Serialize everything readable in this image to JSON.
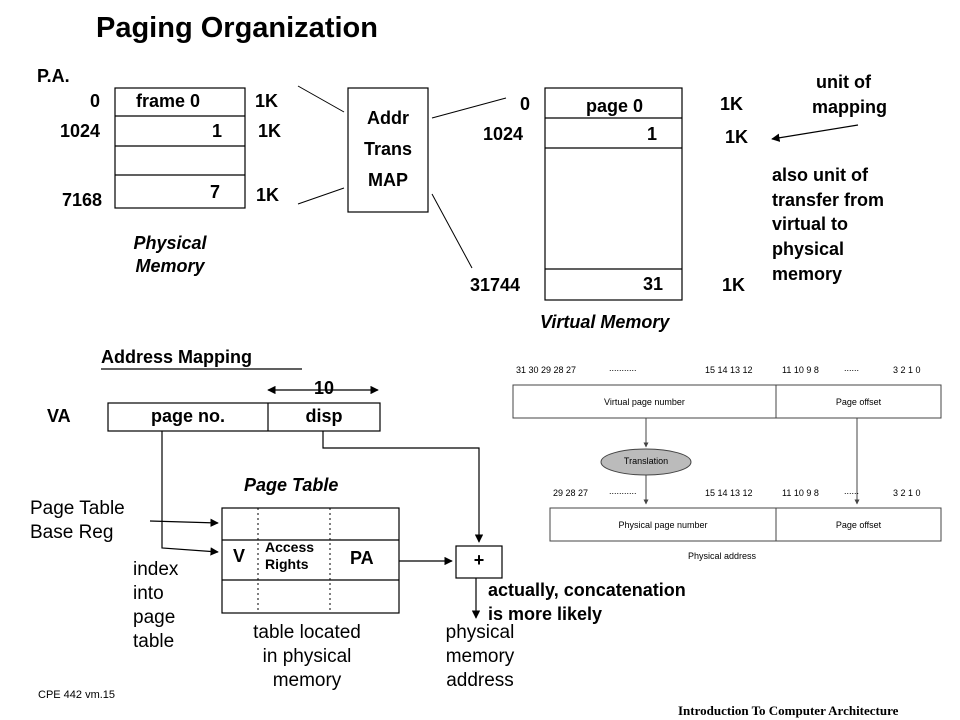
{
  "title": "Paging Organization",
  "physical": {
    "pa_label": "P.A.",
    "frame0": "frame 0",
    "frame0_addr": "0",
    "frame1": "1",
    "frame1_addr": "1024",
    "frame7": "7",
    "frame7_addr": "7168",
    "size": "1K",
    "caption_l1": "Physical",
    "caption_l2": "Memory"
  },
  "addr_trans": {
    "l1": "Addr",
    "l2": "Trans",
    "l3": "MAP"
  },
  "virtual": {
    "page0": "page 0",
    "page0_addr": "0",
    "page1": "1",
    "page1_addr": "1024",
    "page31": "31",
    "page31_addr": "31744",
    "size": "1K",
    "caption": "Virtual Memory"
  },
  "notes": {
    "unit_mapping_l1": "unit of",
    "unit_mapping_l2": "mapping",
    "transfer_l1": "also unit of",
    "transfer_l2": "transfer from",
    "transfer_l3": "virtual to",
    "transfer_l4": "physical",
    "transfer_l5": "memory"
  },
  "mapping": {
    "title": "Address Mapping",
    "va": "VA",
    "page_no": "page no.",
    "disp": "disp",
    "disp_bits": "10",
    "pt_title": "Page Table",
    "ptbr_l1": "Page Table",
    "ptbr_l2": "Base Reg",
    "v": "V",
    "access_l1": "Access",
    "access_l2": "Rights",
    "pa": "PA",
    "plus": "+",
    "index_l1": "index",
    "index_l2": "into",
    "index_l3": "page",
    "index_l4": "table",
    "located_l1": "table located",
    "located_l2": "in physical",
    "located_l3": "memory",
    "pma_l1": "physical",
    "pma_l2": "memory",
    "pma_l3": "address",
    "concat_l1": "actually, concatenation",
    "concat_l2": "is more likely"
  },
  "translation_fig": {
    "va_bits_hi": "31 30 29 28 27",
    "va_bits_mid": "15 14 13 12",
    "va_bits_lo": "11 10 9 8",
    "va_bits_end": "3 2 1 0",
    "vpn": "Virtual page number",
    "page_offset": "Page offset",
    "translation": "Translation",
    "pa_bits_hi": "29 28 27",
    "pa_bits_mid": "15 14 13 12",
    "pa_bits_lo": "11 10 9 8",
    "pa_bits_end": "3 2 1 0",
    "ppn": "Physical page number",
    "page_offset2": "Page offset",
    "physical_address": "Physical address",
    "dots_long": "...........",
    "dots_short": "......"
  },
  "footer": {
    "left": "CPE 442  vm.15",
    "right": "Introduction To Computer Architecture"
  }
}
